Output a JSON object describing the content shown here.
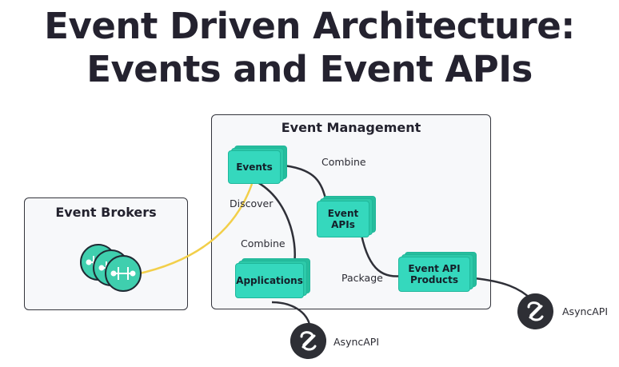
{
  "title": {
    "line1": "Event Driven Architecture:",
    "line2": "Events and Event APIs"
  },
  "panels": {
    "event_management": "Event Management",
    "event_brokers": "Event Brokers"
  },
  "nodes": {
    "events": "Events",
    "event_apis": "Event APIs",
    "applications": "Applications",
    "event_api_products": "Event API Products"
  },
  "edge_labels": {
    "combine_top": "Combine",
    "discover": "Discover",
    "combine_bottom": "Combine",
    "package": "Package"
  },
  "asyncapi": {
    "label_right": "AsyncAPI",
    "label_bottom": "AsyncAPI"
  },
  "icons": {
    "broker": "broker-circuit-icon",
    "asyncapi": "asyncapi-icon"
  },
  "colors": {
    "node_fill": "#35d8bd",
    "broker_link": "#f2cf4a",
    "wire": "#2f3038"
  }
}
